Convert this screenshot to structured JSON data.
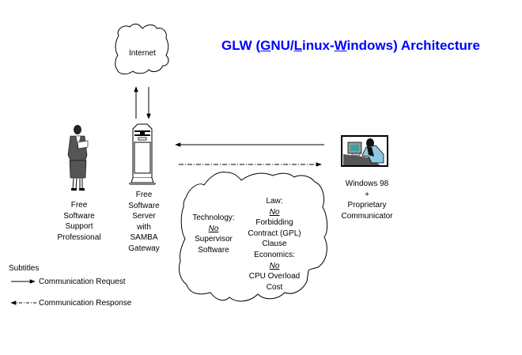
{
  "title": {
    "prefix": "GLW (",
    "g": "G",
    "nu": "NU/",
    "l": "L",
    "inux": "inux-",
    "w": "W",
    "suffix": "indows) Architecture",
    "color": "#0000ff"
  },
  "nodes": {
    "internet": {
      "label": "Internet",
      "icon": "cloud-icon"
    },
    "professional": {
      "lines": [
        "Free",
        "Software",
        "Support",
        "Professional"
      ],
      "icon": "person-icon"
    },
    "server": {
      "lines": [
        "Free",
        "Software",
        "Server",
        "with",
        "SAMBA",
        "Gateway"
      ],
      "icon": "server-tower-icon"
    },
    "client": {
      "lines": [
        "Windows 98",
        "+",
        "Proprietary",
        "Communicator"
      ],
      "icon": "computer-user-icon"
    }
  },
  "reasons_cloud": {
    "technology": {
      "heading": "Technology:",
      "no": "No",
      "lines": [
        "Supervisor",
        "Software"
      ]
    },
    "law": {
      "heading": "Law:",
      "no": "No",
      "lines": [
        "Forbidding",
        "Contract (GPL)",
        "Clause"
      ]
    },
    "economics": {
      "heading": "Economics:",
      "no": "No",
      "lines": [
        "CPU Overload",
        "Cost"
      ]
    }
  },
  "legend": {
    "title": "Subtitles",
    "items": [
      {
        "style": "solid",
        "direction": "right",
        "label": "Communication Request"
      },
      {
        "style": "dash-dot",
        "direction": "left",
        "label": "Communication Response"
      }
    ]
  }
}
